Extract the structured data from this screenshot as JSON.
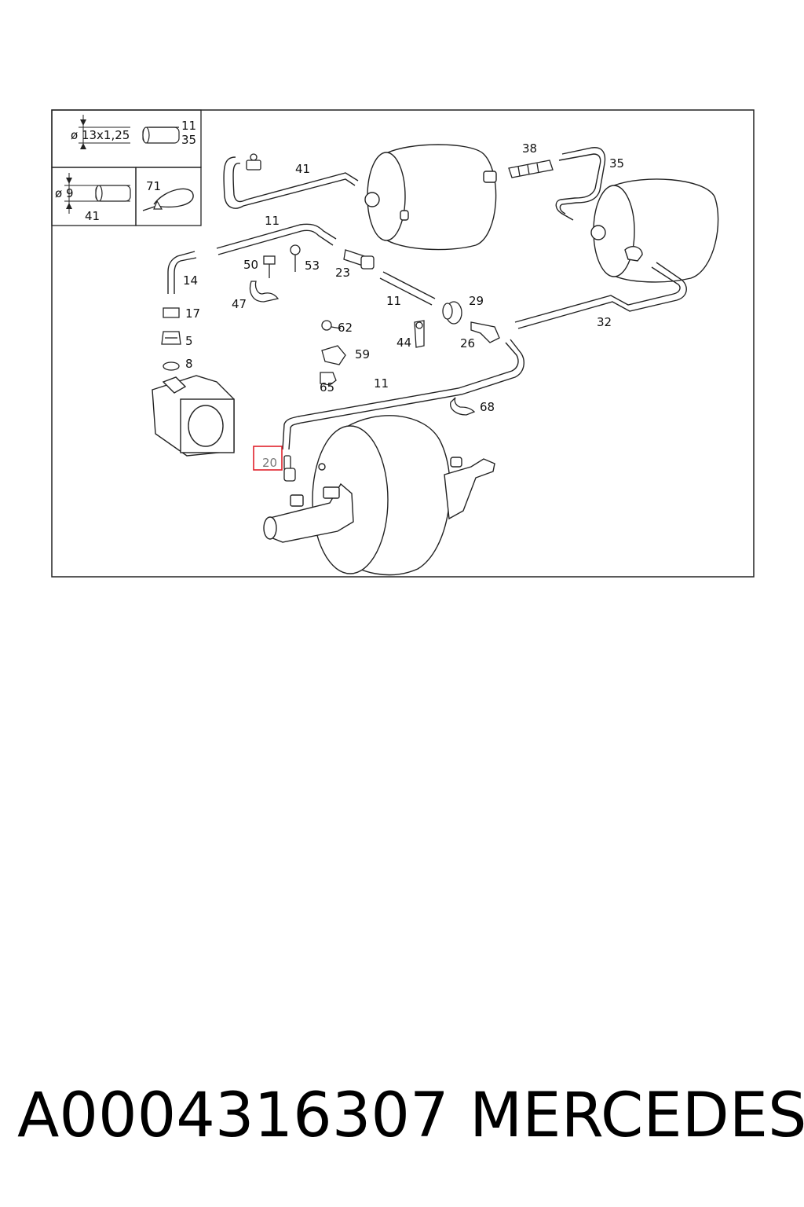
{
  "inset": {
    "thread_spec": "ø 13x1,25",
    "thread_refs": [
      "11",
      "35"
    ],
    "dia_spec": "ø 9",
    "dia_ref": "41",
    "clip_ref": "71"
  },
  "callouts": {
    "c41": "41",
    "c38": "38",
    "c35": "35",
    "c11a": "11",
    "c50": "50",
    "c53": "53",
    "c23": "23",
    "c14": "14",
    "c47": "47",
    "c11b": "11",
    "c29": "29",
    "c17": "17",
    "c62": "62",
    "c44": "44",
    "c26": "26",
    "c32": "32",
    "c5": "5",
    "c59": "59",
    "c8": "8",
    "c65": "65",
    "c11c": "11",
    "c68": "68",
    "c20": "20"
  },
  "highlight": {
    "label": "20",
    "color": "#e0212b"
  },
  "footer": {
    "part_number": "A0004316307",
    "brand": "MERCEDES"
  }
}
